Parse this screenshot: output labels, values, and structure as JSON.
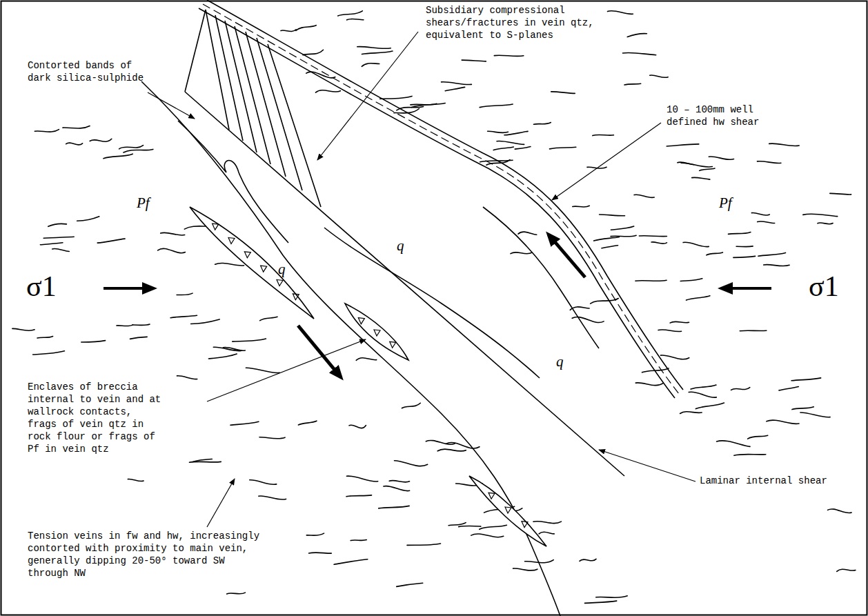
{
  "diagram": {
    "labels": [
      "Subsidiary compressional shears/fractures in vein qtz, equivalent to S-planes",
      "Contorted bands of dark silica-sulphide",
      "10 – 100mm well defined hw shear",
      "Pf",
      "q",
      "q",
      "Pf",
      "σ1",
      "σ1",
      "q",
      "Enclaves of breccia internal to vein and at wallrock contacts, frags of vein qtz in rock flour or frags of Pf in vein qtz",
      "Laminar internal shear",
      "Tension veins in fw and hw, increasingly contorted with proximity to main vein, generally dipping 20-50⁰ toward SW through NW"
    ]
  }
}
